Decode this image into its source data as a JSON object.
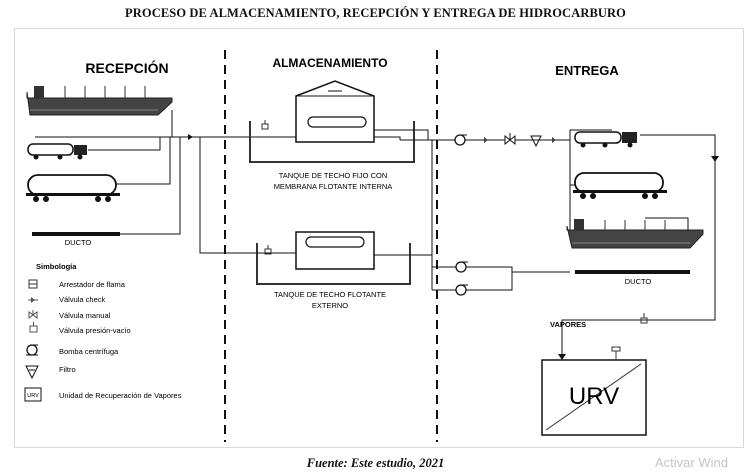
{
  "title": "PROCESO DE ALMACENAMIENTO, RECEPCIÓN Y ENTREGA DE HIDROCARBURO",
  "sections": {
    "reception": "RECEPCIÓN",
    "storage": "ALMACENAMIENTO",
    "delivery": "ENTREGA"
  },
  "labels": {
    "duct_left": "DUCTO",
    "tank_fixed_line1": "TANQUE DE TECHO FIJO CON",
    "tank_fixed_line2": "MEMBRANA FLOTANTE INTERNA",
    "tank_floating_line1": "TANQUE DE TECHO FLOTANTE",
    "tank_floating_line2": "EXTERNO",
    "duct_right": "DUCTO",
    "vapors": "VAPORES",
    "urv": "URV"
  },
  "legend": {
    "title": "Simbología",
    "items": [
      {
        "icon": "flame-arrestor-icon",
        "label": "Arrestador de flama"
      },
      {
        "icon": "check-valve-icon",
        "label": "Válvula check"
      },
      {
        "icon": "manual-valve-icon",
        "label": "Válvula manual"
      },
      {
        "icon": "pressure-vacuum-valve-icon",
        "label": "Válvula presión-vacío"
      },
      {
        "icon": "centrifugal-pump-icon",
        "label": "Bomba centrífuga"
      },
      {
        "icon": "filter-icon",
        "label": "Filtro"
      },
      {
        "icon": "urv-icon",
        "label": "Unidad de Recuperación de Vapores"
      }
    ]
  },
  "caption": "Fuente: Este estudio, 2021",
  "watermark": "Activar Wind"
}
